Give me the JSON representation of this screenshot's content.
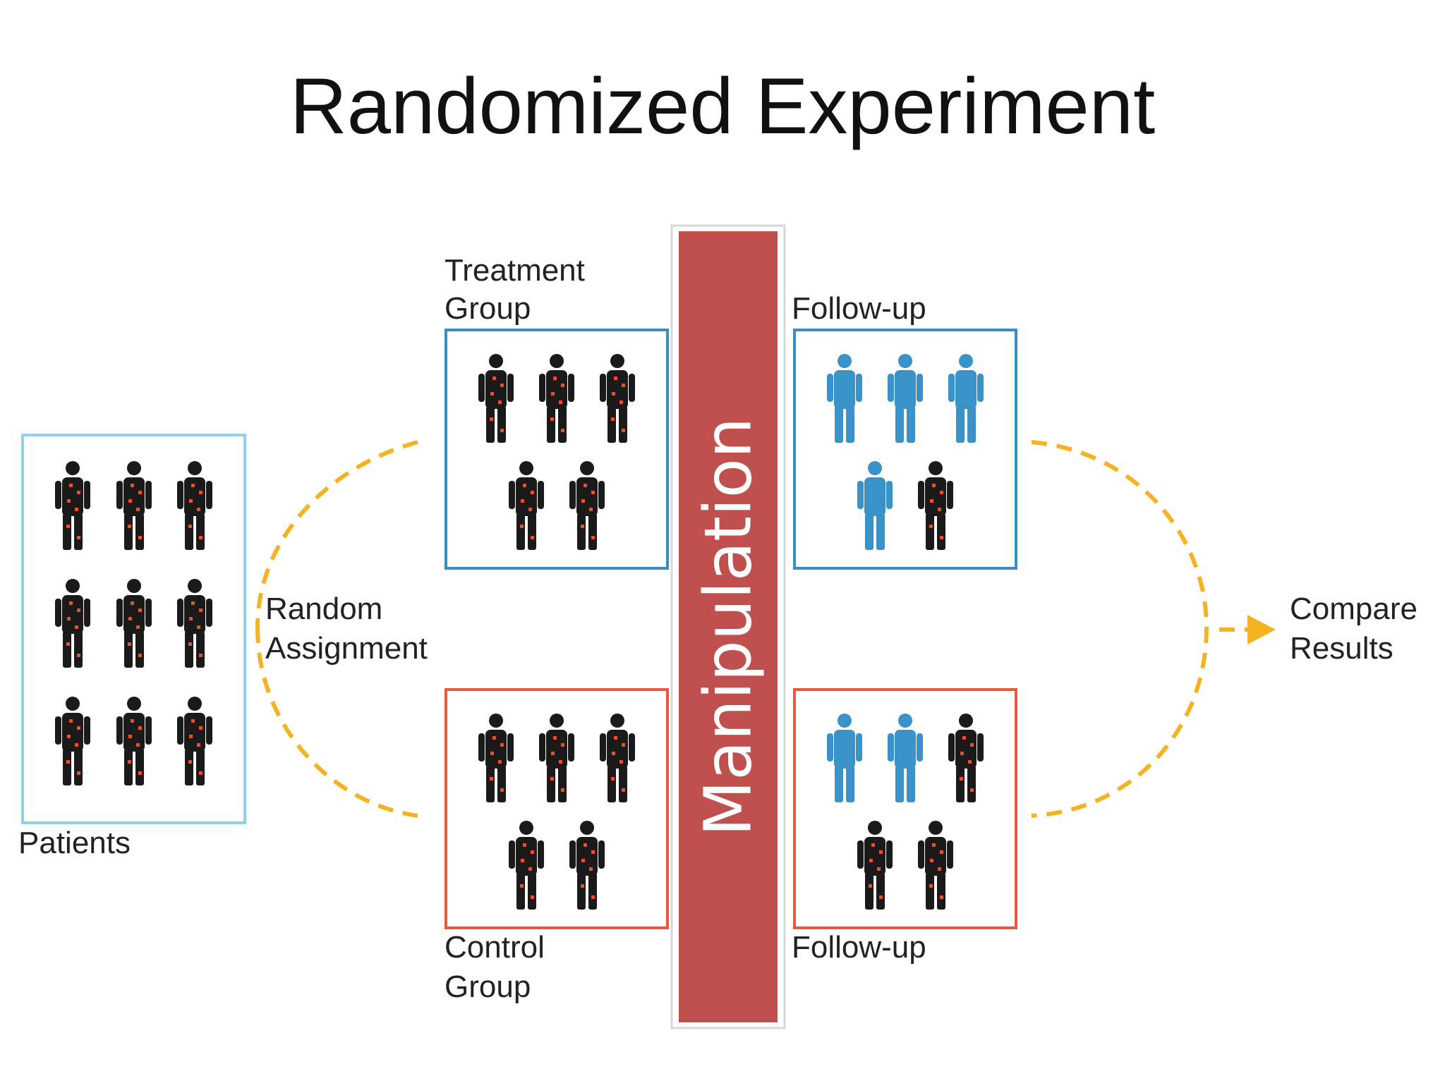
{
  "title": "Randomized Experiment",
  "labels": {
    "patients": "Patients",
    "random_assignment": [
      "Random",
      "Assignment"
    ],
    "treatment_group": [
      "Treatment",
      "Group"
    ],
    "control_group": [
      "Control",
      "Group"
    ],
    "follow_up_top": "Follow-up",
    "follow_up_bottom": "Follow-up",
    "compare_results": [
      "Compare",
      "Results"
    ],
    "manipulation": "Manipulation"
  },
  "colors": {
    "patients_border": "#8fd0ec",
    "treatment_border": "#3b8dc4",
    "control_border": "#e8593d",
    "arrow": "#f5b323",
    "manipulation_bar": "#c0504d",
    "figure_sick": "#1a1a1a",
    "figure_dots": "#e8502a",
    "figure_healthy": "#3a93c8"
  },
  "groups": {
    "patients": [
      "sick",
      "sick",
      "sick",
      "sick",
      "sick",
      "sick",
      "sick",
      "sick",
      "sick"
    ],
    "treatment": [
      "sick",
      "sick",
      "sick",
      "sick",
      "sick"
    ],
    "control": [
      "sick",
      "sick",
      "sick",
      "sick",
      "sick"
    ],
    "treatment_followup": [
      "healthy",
      "healthy",
      "healthy",
      "healthy",
      "sick"
    ],
    "control_followup": [
      "healthy",
      "healthy",
      "sick",
      "sick",
      "sick"
    ]
  }
}
